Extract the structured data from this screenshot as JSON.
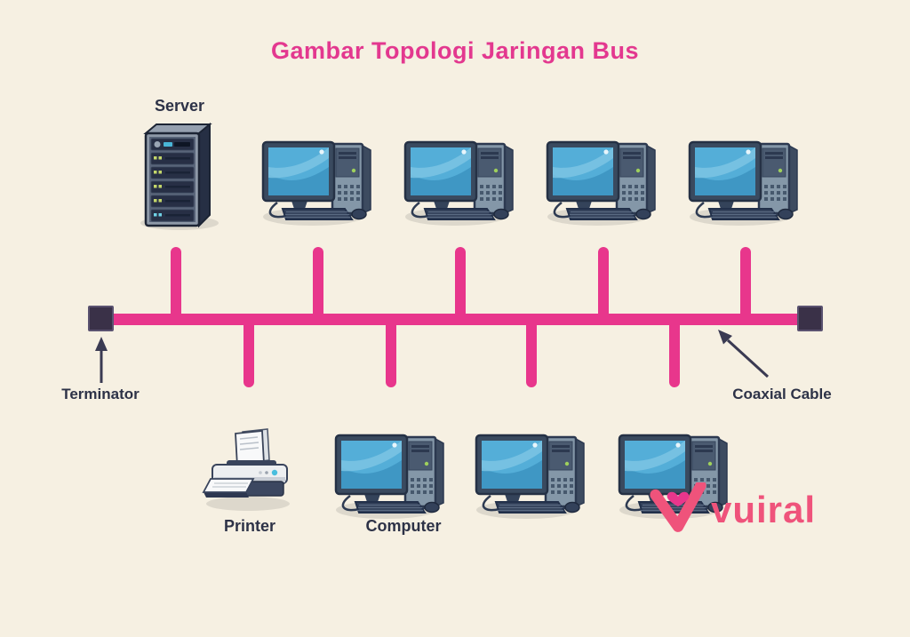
{
  "title": "Gambar Topologi Jaringan Bus",
  "labels": {
    "server": "Server",
    "terminator": "Terminator",
    "coaxial_cable": "Coaxial Cable",
    "printer": "Printer",
    "computer": "Computer"
  },
  "logo": {
    "text": "vuiral"
  },
  "diagram": {
    "type": "bus-topology",
    "bus_cable": "Coaxial Cable",
    "terminator_count": 2,
    "top_row_devices": [
      "server",
      "computer",
      "computer",
      "computer",
      "computer"
    ],
    "bottom_row_devices": [
      "printer",
      "computer",
      "computer",
      "computer"
    ]
  },
  "colors": {
    "background": "#f6f0e2",
    "bus_cable": "#e8368c",
    "title": "#e3388f",
    "label_text": "#2d3247",
    "terminator_square": "#3a3148",
    "arrow": "#3a3a52",
    "logo": "#ef537b"
  }
}
